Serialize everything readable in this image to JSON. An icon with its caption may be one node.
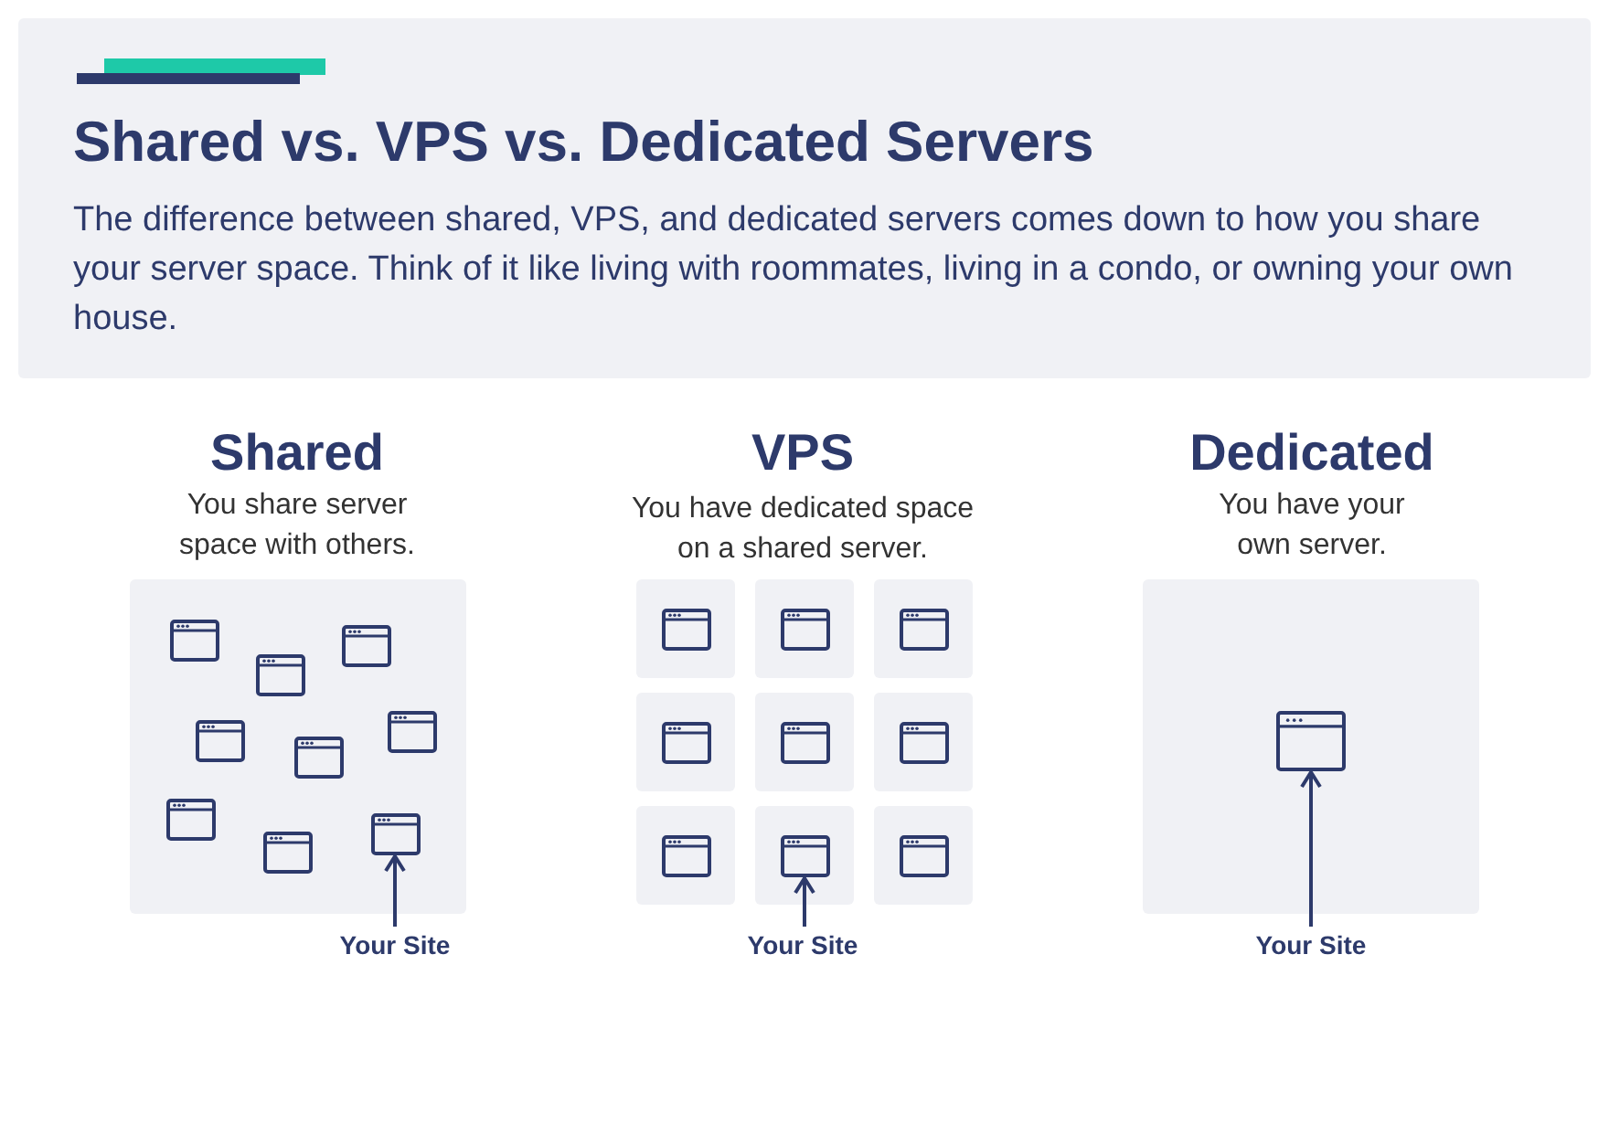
{
  "diagram": {
    "title": "Shared vs. VPS vs. Dedicated Servers",
    "nodes": [
      {
        "text": [
          "Shared",
          "You share server space with others."
        ]
      },
      {
        "text": [],
        "shape": "box",
        "in": 0
      },
      {
        "text": [],
        "shape": "box",
        "in": 0
      },
      {
        "text": [],
        "shape": "box",
        "in": 0
      },
      {
        "text": [],
        "shape": "box",
        "in": 0
      },
      {
        "text": [],
        "shape": "box",
        "in": 0
      },
      {
        "text": [],
        "shape": "box",
        "in": 0
      },
      {
        "text": [],
        "shape": "box",
        "in": 0
      },
      {
        "text": [],
        "shape": "box",
        "in": 0
      },
      {
        "text": [],
        "shape": "box",
        "in": 0
      },
      {
        "text": [
          "Your Site"
        ]
      },
      {
        "text": [],
        "shape": "box"
      },
      {
        "text": [],
        "shape": "box",
        "in": 11
      },
      {
        "text": [],
        "shape": "box"
      },
      {
        "text": [],
        "shape": "box",
        "in": 13
      },
      {
        "text": [],
        "shape": "box"
      },
      {
        "text": [],
        "shape": "box",
        "in": 15
      },
      {
        "text": [],
        "shape": "box"
      },
      {
        "text": [],
        "shape": "box",
        "in": 17
      },
      {
        "text": [],
        "shape": "box"
      },
      {
        "text": [],
        "shape": "box",
        "in": 19
      },
      {
        "text": [],
        "shape": "box"
      },
      {
        "text": [],
        "shape": "box",
        "in": 21
      },
      {
        "text": [],
        "shape": "box"
      },
      {
        "text": [],
        "shape": "box",
        "in": 23
      },
      {
        "text": [],
        "shape": "box"
      },
      {
        "text": [],
        "shape": "box",
        "in": 25
      },
      {
        "text": [],
        "shape": "box"
      },
      {
        "text": [],
        "shape": "box",
        "in": 27
      },
      {
        "text": [
          "Your Site"
        ]
      },
      {
        "text": [
          "Dedicated",
          "You have your own server."
        ]
      },
      {
        "text": [],
        "shape": "box",
        "in": 30
      },
      {
        "text": [
          "Your Site"
        ]
      }
    ],
    "edges": [
      {
        "from": 10,
        "to": 8,
        "arrow": "to"
      },
      {
        "from": 29,
        "to": 26,
        "arrow": "to"
      },
      {
        "from": 32,
        "to": 31,
        "arrow": "to"
      }
    ],
    "labels": [
      "The difference between shared, VPS, and dedicated servers comes down to how you share your server space. Think of it like living with roommates, living in a condo, or owning your own house.",
      "VPS",
      "You have dedicated space on a shared server."
    ]
  }
}
